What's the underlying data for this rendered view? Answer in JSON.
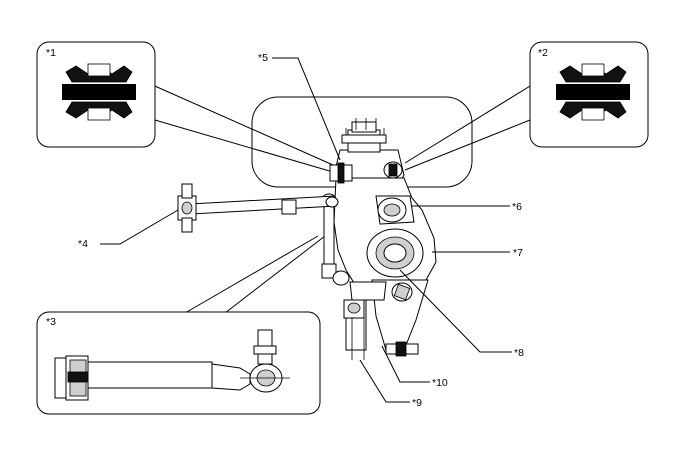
{
  "callouts": {
    "c1": "*1",
    "c2": "*2",
    "c3": "*3",
    "c4": "*4",
    "c5": "*5",
    "c6": "*6",
    "c7": "*7",
    "c8": "*8",
    "c9": "*9",
    "c10": "*10"
  }
}
